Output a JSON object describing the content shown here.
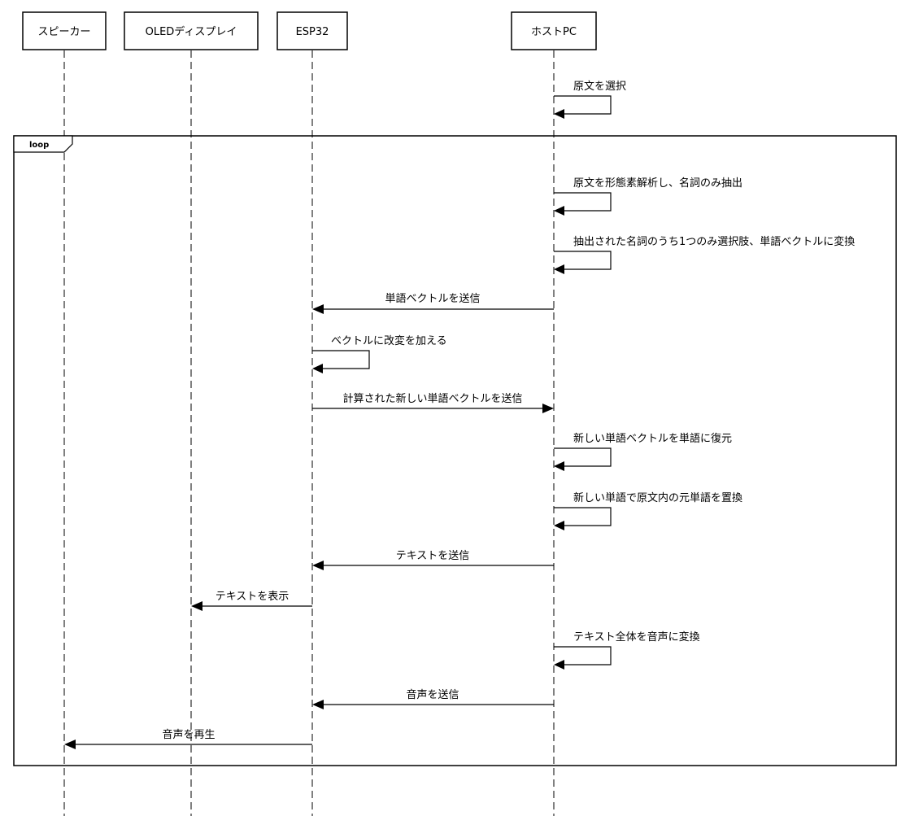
{
  "participants": [
    {
      "id": "speaker",
      "label": "スピーカー"
    },
    {
      "id": "oled",
      "label": "OLEDディスプレイ"
    },
    {
      "id": "esp32",
      "label": "ESP32"
    },
    {
      "id": "host",
      "label": "ホストPC"
    }
  ],
  "fragments": [
    {
      "kind": "loop",
      "label": "loop"
    }
  ],
  "messages": [
    {
      "from": "host",
      "to": "host",
      "label": "原文を選択"
    },
    {
      "from": "host",
      "to": "host",
      "label": "原文を形態素解析し、名詞のみ抽出"
    },
    {
      "from": "host",
      "to": "host",
      "label": "抽出された名詞のうち1つのみ選択肢、単語ベクトルに変換"
    },
    {
      "from": "host",
      "to": "esp32",
      "label": "単語ベクトルを送信"
    },
    {
      "from": "esp32",
      "to": "esp32",
      "label": "ベクトルに改変を加える"
    },
    {
      "from": "esp32",
      "to": "host",
      "label": "計算された新しい単語ベクトルを送信"
    },
    {
      "from": "host",
      "to": "host",
      "label": "新しい単語ベクトルを単語に復元"
    },
    {
      "from": "host",
      "to": "host",
      "label": "新しい単語で原文内の元単語を置換"
    },
    {
      "from": "host",
      "to": "esp32",
      "label": "テキストを送信"
    },
    {
      "from": "esp32",
      "to": "oled",
      "label": "テキストを表示"
    },
    {
      "from": "host",
      "to": "host",
      "label": "テキスト全体を音声に変換"
    },
    {
      "from": "host",
      "to": "esp32",
      "label": "音声を送信"
    },
    {
      "from": "esp32",
      "to": "speaker",
      "label": "音声を再生"
    }
  ]
}
